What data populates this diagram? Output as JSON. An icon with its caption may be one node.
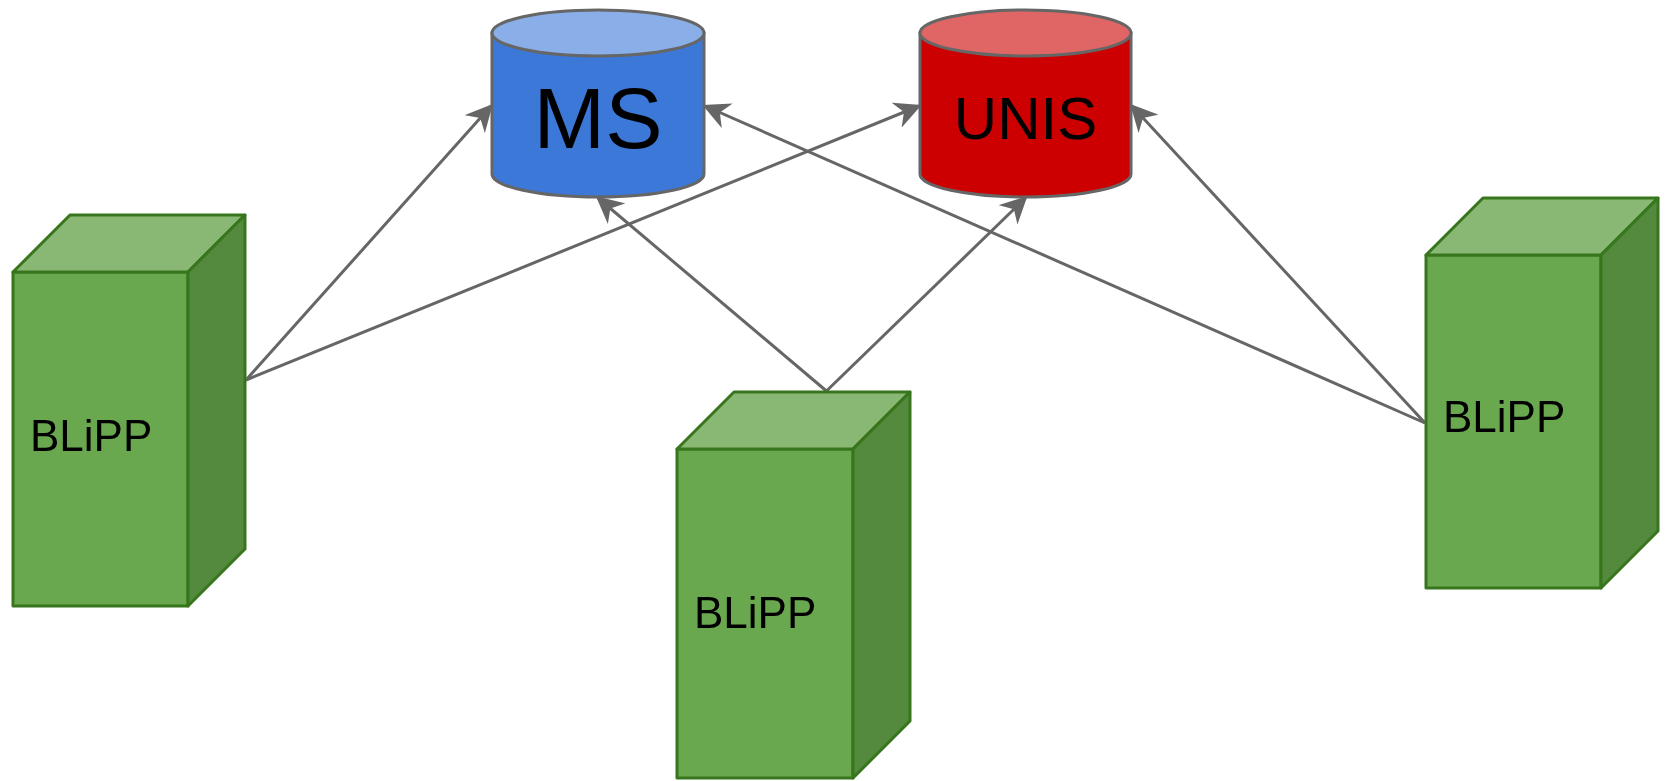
{
  "diagram": {
    "nodes": [
      {
        "text": [
          "MS"
        ]
      },
      {
        "text": [
          "UNIS"
        ]
      },
      {
        "text": [
          "BLiPP"
        ]
      },
      {
        "text": [
          "BLiPP"
        ]
      },
      {
        "text": [
          "BLiPP"
        ]
      }
    ],
    "edges": [
      {
        "from": 2,
        "to": 0,
        "arrow": "to"
      },
      {
        "from": 2,
        "to": 1,
        "arrow": "to"
      },
      {
        "from": 3,
        "to": 0,
        "arrow": "to"
      },
      {
        "from": 3,
        "to": 1,
        "arrow": "to"
      },
      {
        "from": 4,
        "to": 0,
        "arrow": "to"
      },
      {
        "from": 4,
        "to": 1,
        "arrow": "to"
      }
    ]
  }
}
